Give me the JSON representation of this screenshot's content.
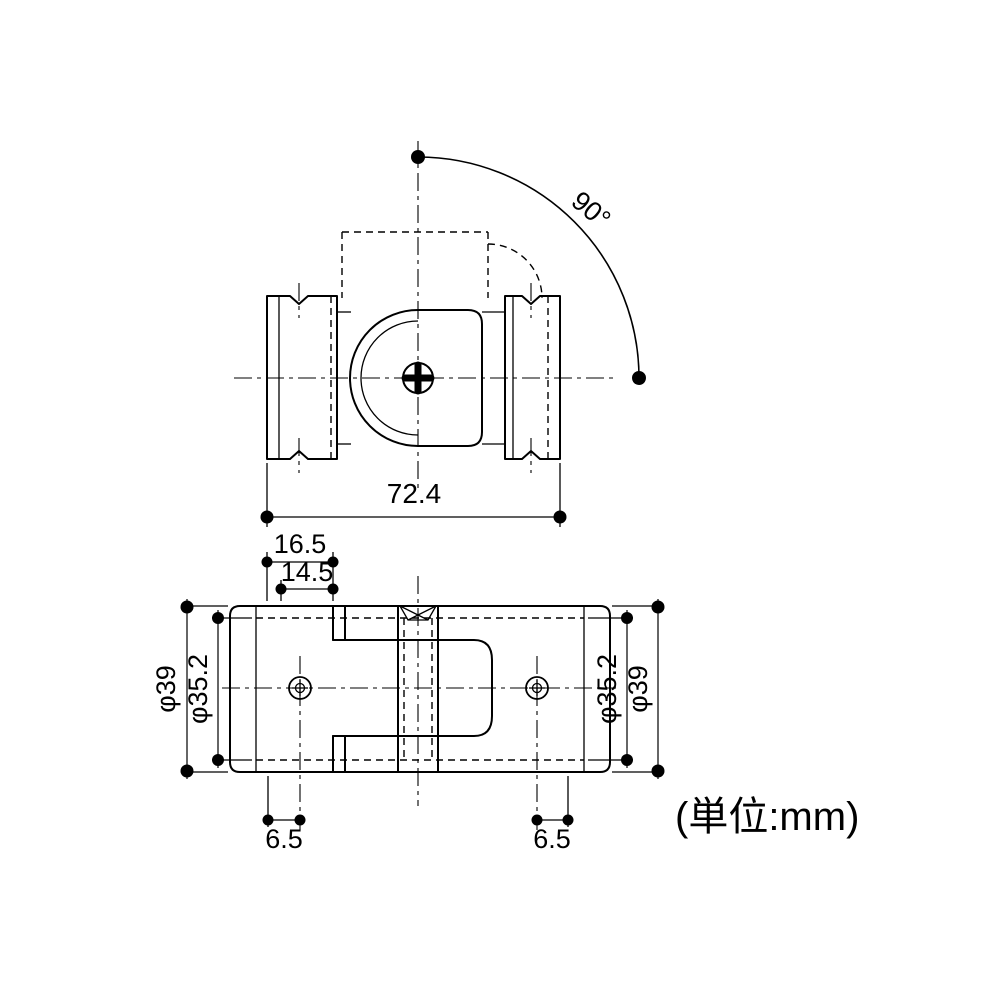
{
  "page": {
    "background_color": "#ffffff",
    "line_color": "#000000"
  },
  "top_view": {
    "angle_label": "90°",
    "width_dim": "72.4"
  },
  "bottom_view": {
    "top_dim_outer": "16.5",
    "top_dim_inner": "14.5",
    "left_dia_outer": "φ39",
    "left_dia_inner": "φ35.2",
    "right_dia_inner": "φ35.2",
    "right_dia_outer": "φ39",
    "bottom_dim_left": "6.5",
    "bottom_dim_right": "6.5"
  },
  "unit_note": "(単位:mm)"
}
